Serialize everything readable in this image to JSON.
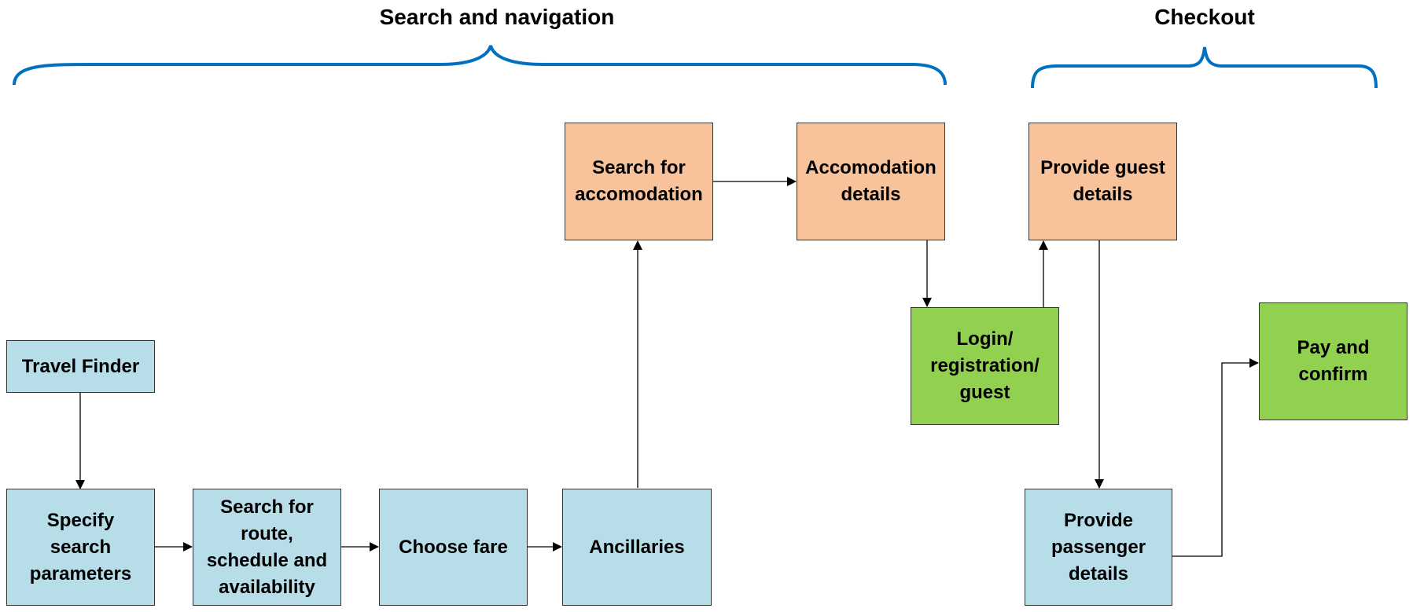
{
  "colors": {
    "blue_box": "#b7dde8",
    "orange_box": "#f8c39b",
    "green_box": "#92d050",
    "brace": "#0070c0"
  },
  "groups": {
    "search_navigation": "Search and navigation",
    "checkout": "Checkout"
  },
  "nodes": {
    "travel_finder": "Travel Finder",
    "specify_search": "Specify\nsearch\nparameters",
    "search_route": "Search for\nroute,\nschedule and\navailability",
    "choose_fare": "Choose fare",
    "ancillaries": "Ancillaries",
    "search_accommodation": "Search for\naccomodation",
    "accommodation_details": "Accomodation\ndetails",
    "login": "Login/\nregistration/\nguest",
    "guest_details": "Provide guest\ndetails",
    "passenger_details": "Provide\npassenger\ndetails",
    "pay_confirm": "Pay and\nconfirm"
  }
}
